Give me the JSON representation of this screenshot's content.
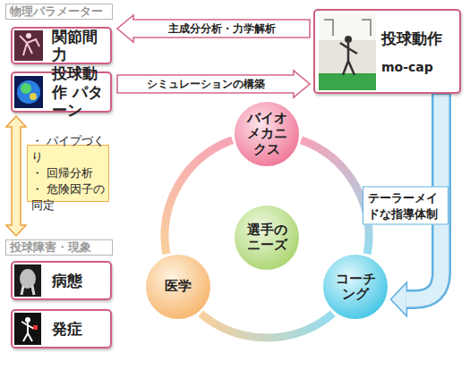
{
  "diagram": {
    "nodes": [
      {
        "text": [
          "物理パラメーター"
        ]
      },
      {
        "text": [
          "関節間力"
        ]
      },
      {
        "text": [
          "投球動作 パターン"
        ]
      },
      {
        "text": [
          "投球動作",
          "mo-cap"
        ]
      },
      {
        "text": [
          "・ パイプづくり",
          "・ 回帰分析",
          "・ 危険因子の同定"
        ]
      },
      {
        "text": [
          "投球障害・現象"
        ]
      },
      {
        "text": [
          "病態"
        ]
      },
      {
        "text": [
          "発症"
        ]
      },
      {
        "text": [
          "バイオメカニクス"
        ]
      },
      {
        "text": [
          "選手のニーズ"
        ]
      },
      {
        "text": [
          "医学"
        ]
      },
      {
        "text": [
          "コーチング"
        ]
      }
    ],
    "edges": [
      {
        "from": 3,
        "to": 1,
        "label": "主成分分析・力学解析",
        "arrow": "to"
      },
      {
        "from": 2,
        "to": 3,
        "label": "シミュレーションの構築",
        "arrow": "to"
      },
      {
        "from": 3,
        "to": 11,
        "label": "テーラーメイドな指導体制",
        "arrow": "to"
      },
      {
        "from": 2,
        "to": 5,
        "arrow": "both"
      },
      {
        "from": 8,
        "to": 11,
        "arrow": "none"
      },
      {
        "from": 11,
        "to": 10,
        "arrow": "none"
      },
      {
        "from": 10,
        "to": 8,
        "arrow": "none"
      }
    ]
  }
}
